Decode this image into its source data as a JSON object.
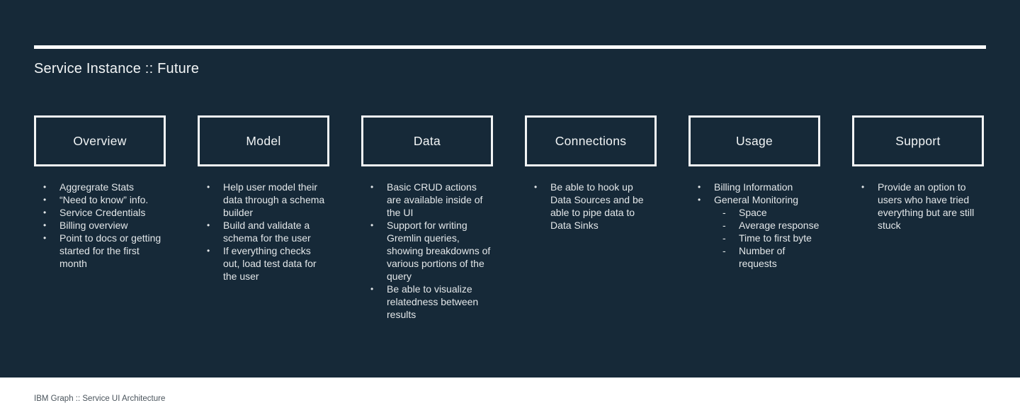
{
  "slide": {
    "title": "Service Instance :: Future",
    "footer": "IBM Graph :: Service UI Architecture"
  },
  "markers": {
    "bullet": "•",
    "sub_bullet": "-"
  },
  "colors": {
    "background": "#162938",
    "box_border": "#f2f4f5",
    "heading_text": "#f2f5f6",
    "body_text": "#e3e7e9",
    "rule": "#ffffff",
    "footer_background": "#ffffff",
    "footer_text": "#4a545c"
  },
  "columns": [
    {
      "header": "Overview",
      "items": [
        {
          "level": 1,
          "text": "Aggregrate Stats"
        },
        {
          "level": 1,
          "text": "“Need to know” info."
        },
        {
          "level": 1,
          "text": "Service Credentials"
        },
        {
          "level": 1,
          "text": "Billing overview"
        },
        {
          "level": 1,
          "text": "Point to docs or getting started for the first month"
        }
      ]
    },
    {
      "header": "Model",
      "items": [
        {
          "level": 1,
          "text": "Help user model their data through a schema builder"
        },
        {
          "level": 1,
          "text": "Build and validate a schema for the user"
        },
        {
          "level": 1,
          "text": "If everything checks out, load test data for the user"
        }
      ]
    },
    {
      "header": "Data",
      "items": [
        {
          "level": 1,
          "text": "Basic CRUD actions are available inside of the UI"
        },
        {
          "level": 1,
          "text": "Support for writing Gremlin queries, showing breakdowns of various portions of the query"
        },
        {
          "level": 1,
          "text": "Be able to visualize relatedness between results"
        }
      ]
    },
    {
      "header": "Connections",
      "items": [
        {
          "level": 1,
          "text": "Be able to hook up Data Sources and be able to pipe data to Data Sinks"
        }
      ]
    },
    {
      "header": "Usage",
      "items": [
        {
          "level": 1,
          "text": "Billing Information"
        },
        {
          "level": 1,
          "text": "General Monitoring"
        },
        {
          "level": 2,
          "text": "Space"
        },
        {
          "level": 2,
          "text": "Average response"
        },
        {
          "level": 2,
          "text": "Time to first byte"
        },
        {
          "level": 2,
          "text": "Number of requests"
        }
      ]
    },
    {
      "header": "Support",
      "items": [
        {
          "level": 1,
          "text": "Provide an option to users who have tried everything but are still stuck"
        }
      ]
    }
  ]
}
